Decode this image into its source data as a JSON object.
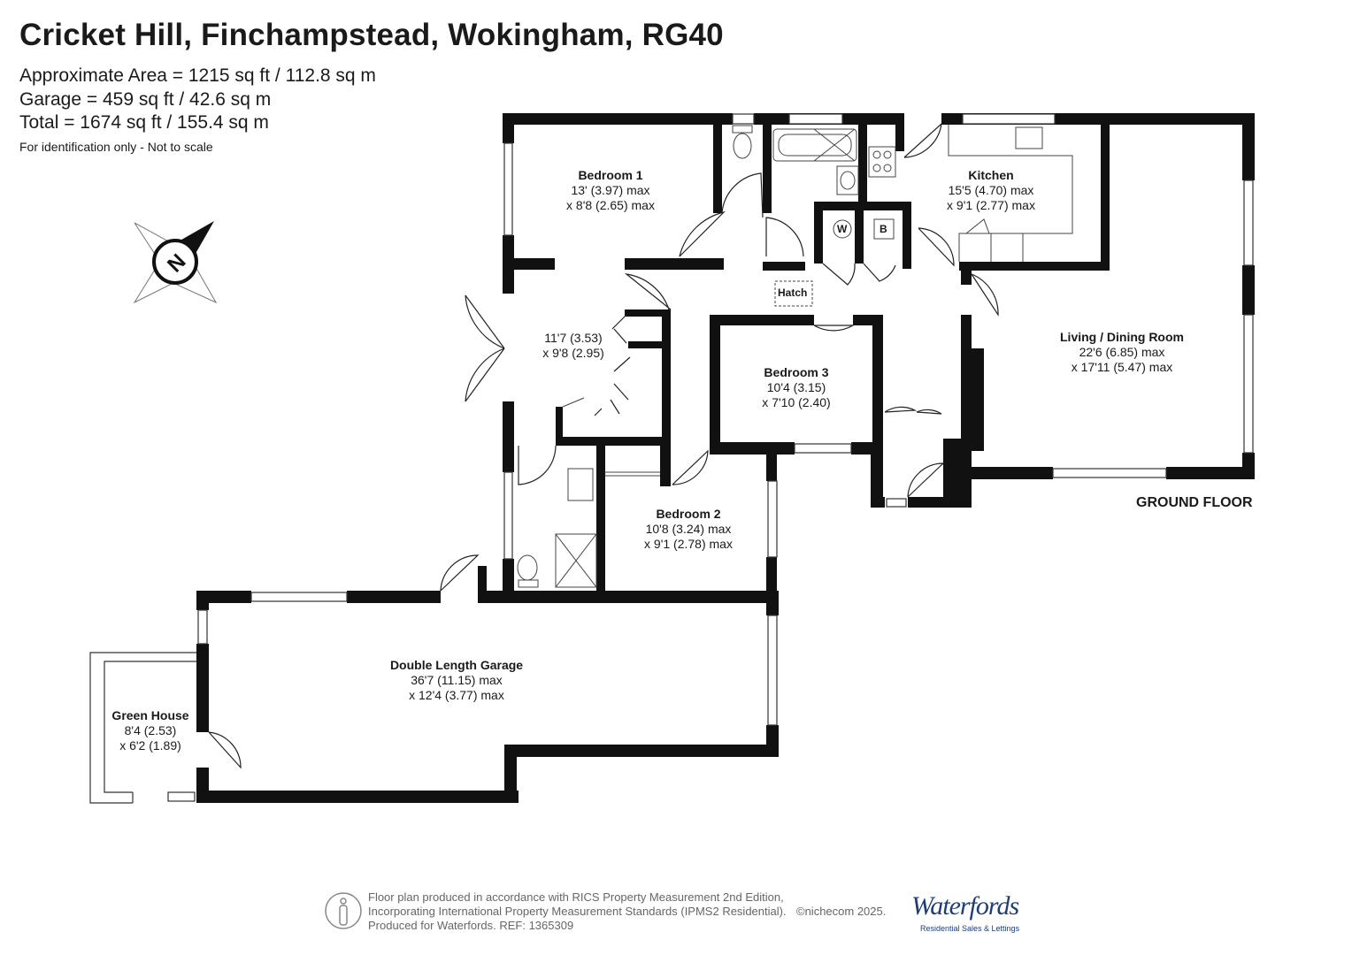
{
  "header": {
    "title": "Cricket Hill, Finchampstead, Wokingham, RG40",
    "area_line": "Approximate Area = 1215 sq ft / 112.8 sq m",
    "garage_line": "Garage = 459 sq ft / 42.6 sq m",
    "total_line": "Total = 1674 sq ft / 155.4 sq m",
    "disclaimer": "For identification only - Not to scale"
  },
  "compass": {
    "icon": "compass-north-icon",
    "letter": "N"
  },
  "rooms": {
    "bedroom1": {
      "name": "Bedroom 1",
      "dim1": "13' (3.97) max",
      "dim2": "x 8'8 (2.65) max"
    },
    "hall": {
      "dim1": "11'7 (3.53)",
      "dim2": "x 9'8 (2.95)"
    },
    "kitchen": {
      "name": "Kitchen",
      "dim1": "15'5 (4.70) max",
      "dim2": "x 9'1 (2.77) max"
    },
    "living": {
      "name": "Living / Dining Room",
      "dim1": "22'6 (6.85) max",
      "dim2": "x 17'11 (5.47) max"
    },
    "bedroom3": {
      "name": "Bedroom 3",
      "dim1": "10'4 (3.15)",
      "dim2": "x 7'10 (2.40)"
    },
    "bedroom2": {
      "name": "Bedroom 2",
      "dim1": "10'8 (3.24) max",
      "dim2": "x 9'1 (2.78) max"
    },
    "garage": {
      "name": "Double Length Garage",
      "dim1": "36'7 (11.15) max",
      "dim2": "x 12'4 (3.77) max"
    },
    "greenhouse": {
      "name": "Green House",
      "dim1": "8'4 (2.53)",
      "dim2": "x 6'2 (1.89)"
    }
  },
  "labels": {
    "hatch": "Hatch",
    "w": "W",
    "b": "B",
    "floor": "GROUND FLOOR"
  },
  "footer": {
    "line1": "Floor plan produced in accordance with RICS Property Measurement 2nd Edition,",
    "line2": "Incorporating International Property Measurement Standards (IPMS2 Residential).",
    "line3": "Produced for Waterfords.   REF:  1365309",
    "copyright": "©nichecom 2025.",
    "brand": "Waterfords",
    "brand_tagline": "Residential Sales & Lettings",
    "logo_icon": "measurement-person-icon"
  }
}
